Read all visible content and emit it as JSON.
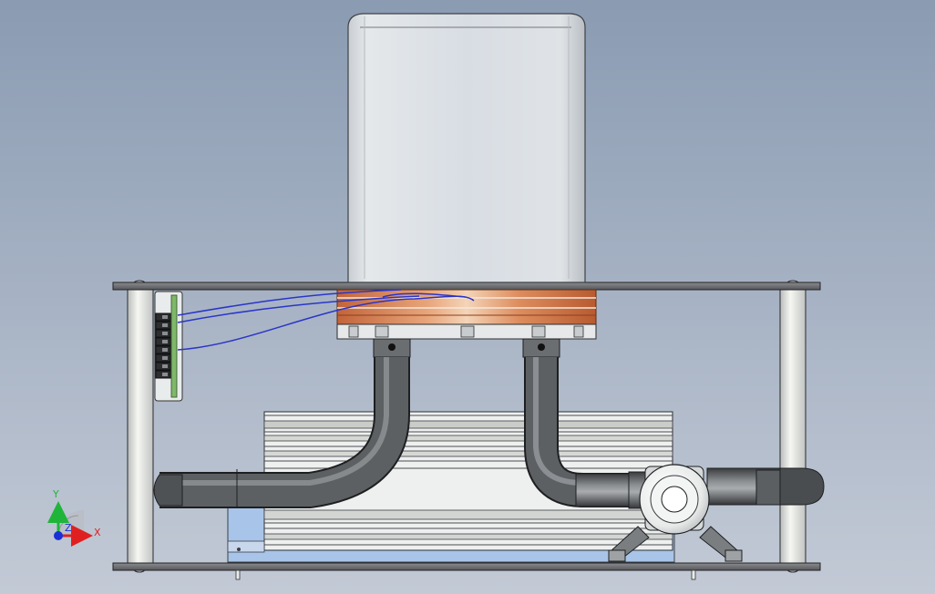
{
  "viewport": {
    "background_top": "#8a9bb2",
    "background_bottom": "#c3cad6"
  },
  "colors": {
    "x_axis": "#e02020",
    "y_axis": "#1fb53a",
    "z_axis": "#1a2fd6",
    "copper": "#d47a4a",
    "wire": "#2a35c8",
    "plate": "#6c6e72",
    "tube": "#5c5e60",
    "heatsink_blue": "#a8c4e8"
  },
  "triad": {
    "x_label": "X",
    "y_label": "Y",
    "z_label": "Z"
  },
  "parts": [
    {
      "name": "reservoir-tank"
    },
    {
      "name": "copper-cold-plate"
    },
    {
      "name": "top-mounting-plate"
    },
    {
      "name": "bottom-mounting-plate"
    },
    {
      "name": "left-standoff"
    },
    {
      "name": "right-standoff"
    },
    {
      "name": "terminal-board"
    },
    {
      "name": "finned-heatsink"
    },
    {
      "name": "left-coolant-tube"
    },
    {
      "name": "right-coolant-tube"
    },
    {
      "name": "pump-housing"
    },
    {
      "name": "pump-bracket"
    }
  ]
}
